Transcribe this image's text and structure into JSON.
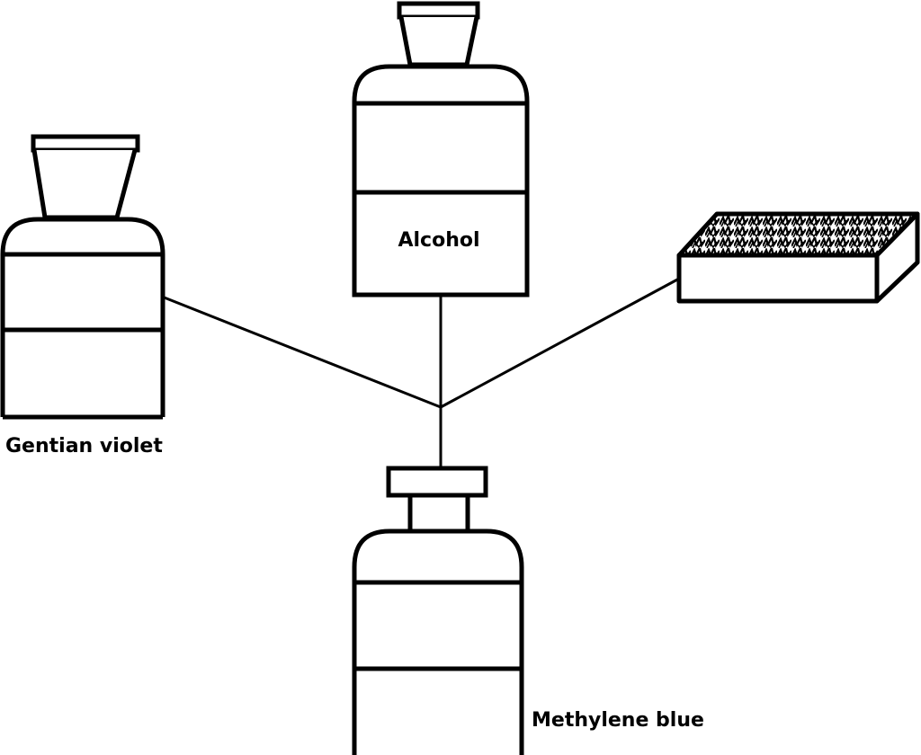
{
  "labels": {
    "alcohol": "Alcohol",
    "gentian_violet": "Gentian violet",
    "methylene_blue": "Methylene blue"
  },
  "colors": {
    "stroke": "#000000",
    "background": "#ffffff"
  }
}
